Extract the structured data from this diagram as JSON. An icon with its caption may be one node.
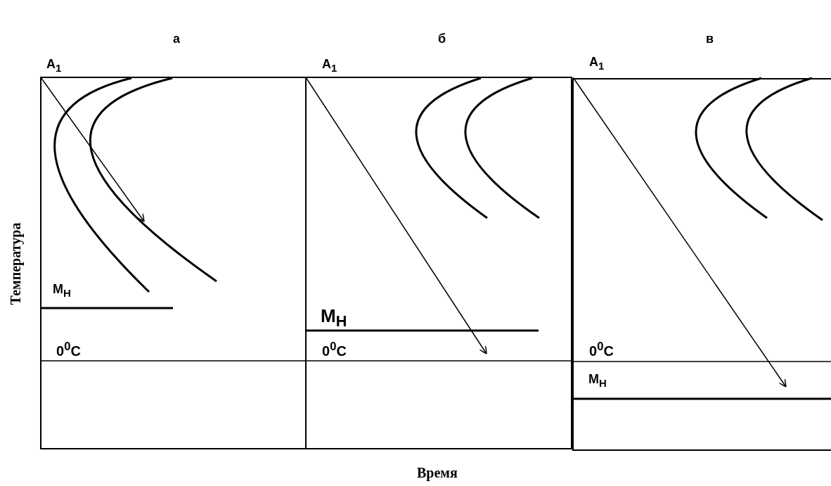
{
  "diagram": {
    "labels": [
      "а",
      "б",
      "в",
      "A$_{1}$",
      "A$_{1}$",
      "A$_{1}$",
      "M$_{Н}$",
      "M$_{Н}$",
      "0$^{0}$C",
      "0$^{0}$C",
      "0$^{0}$C",
      "M$_{Н}$",
      "Температура",
      "Время"
    ]
  }
}
